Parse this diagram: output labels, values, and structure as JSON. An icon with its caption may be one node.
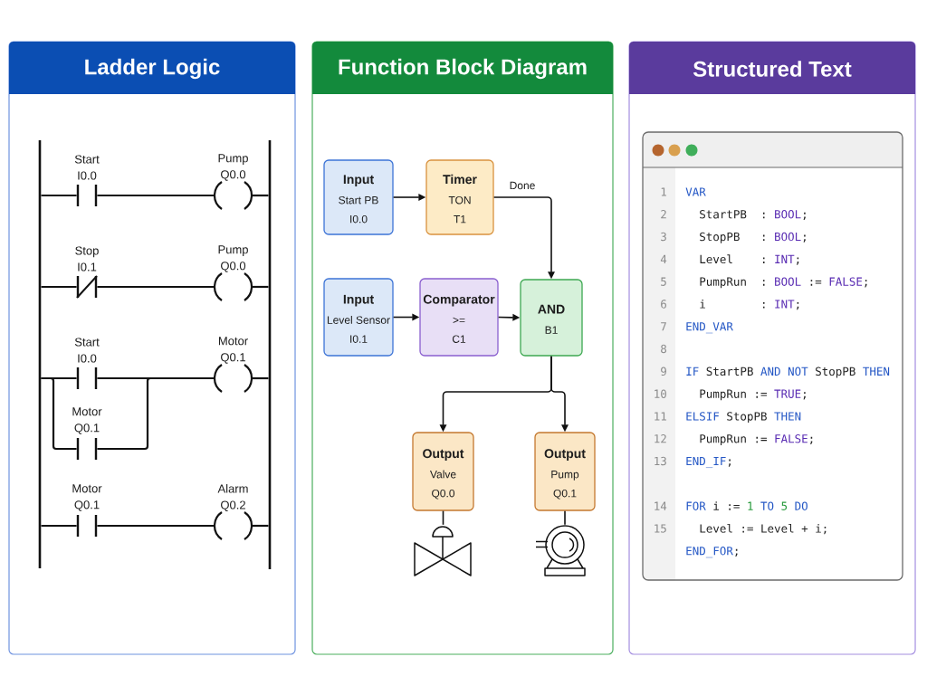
{
  "diagram": {
    "nodes": [
      {
        "text": [
          "Ladder Logic"
        ]
      },
      {
        "text": [],
        "shape": "bar",
        "in": 0
      },
      {
        "text": [],
        "shape": "bar",
        "in": 0
      },
      {
        "text": [
          "Start",
          "I0.0"
        ],
        "in": 0
      },
      {
        "text": [
          "Pump",
          "Q0.0"
        ],
        "in": 0
      },
      {
        "text": [
          "Stop",
          "I0.1"
        ],
        "in": 0
      },
      {
        "text": [
          "Pump",
          "Q0.0"
        ],
        "in": 0
      },
      {
        "text": [
          "Start",
          "I0.0"
        ],
        "in": 0
      },
      {
        "text": [
          "Motor",
          "Q0.1"
        ],
        "in": 0
      },
      {
        "text": [
          "Motor",
          "Q0.1"
        ],
        "in": 0
      },
      {
        "text": [
          "Motor",
          "Q0.1"
        ],
        "in": 0
      },
      {
        "text": [
          "Alarm",
          "Q0.2"
        ],
        "in": 0
      },
      {
        "text": [
          "Function Block Diagram"
        ]
      },
      {
        "text": [
          "Input",
          "Start PB",
          "I0.0"
        ],
        "in": 12
      },
      {
        "text": [
          "Timer",
          "TON",
          "T1"
        ],
        "in": 12
      },
      {
        "text": [
          "Input",
          "Level Sensor",
          "I0.1"
        ],
        "in": 12
      },
      {
        "text": [
          "Comparator",
          ">=",
          "C1"
        ],
        "in": 12
      },
      {
        "text": [
          "AND",
          "B1"
        ],
        "in": 12
      },
      {
        "text": [
          "Output",
          "Valve",
          "Q0.0"
        ],
        "in": 12
      },
      {
        "text": [
          "Output",
          "Pump",
          "Q0.1"
        ],
        "in": 12
      },
      {
        "text": [],
        "shape": "picture",
        "in": 12
      },
      {
        "text": [],
        "shape": "picture",
        "in": 12
      },
      {
        "text": [
          "Structured Text"
        ]
      },
      {
        "text": [
          "VAR",
          "StartPB  : BOOL;",
          "StopPB   : BOOL;",
          "Level    : INT;",
          "PumpRun  : BOOL := FALSE;",
          "i        : INT;",
          "END_VAR",
          "IF StartPB AND NOT StopPB THEN",
          "PumpRun := TRUE;",
          "ELSIF StopPB THEN",
          "PumpRun := FALSE;",
          "END_IF;",
          "FOR i := 1 TO 5 DO",
          "Level := Level + i;",
          "END_FOR;"
        ],
        "in": 22
      }
    ],
    "edges": [
      {
        "from": 1,
        "to": 3,
        "arrow": "none"
      },
      {
        "from": 3,
        "to": 4,
        "arrow": "none"
      },
      {
        "from": 4,
        "to": 2,
        "arrow": "none"
      },
      {
        "from": 1,
        "to": 5,
        "arrow": "none"
      },
      {
        "from": 5,
        "to": 6,
        "arrow": "none"
      },
      {
        "from": 6,
        "to": 2,
        "arrow": "none"
      },
      {
        "from": 1,
        "to": 7,
        "arrow": "none"
      },
      {
        "from": 7,
        "to": 8,
        "arrow": "none"
      },
      {
        "from": 8,
        "to": 2,
        "arrow": "none"
      },
      {
        "from": 1,
        "to": 9,
        "arrow": "none"
      },
      {
        "from": 9,
        "to": 8,
        "arrow": "none"
      },
      {
        "from": 1,
        "to": 10,
        "arrow": "none"
      },
      {
        "from": 10,
        "to": 11,
        "arrow": "none"
      },
      {
        "from": 11,
        "to": 2,
        "arrow": "none"
      },
      {
        "from": 13,
        "to": 14,
        "arrow": "to"
      },
      {
        "from": 14,
        "to": 17,
        "arrow": "to",
        "label": "Done"
      },
      {
        "from": 15,
        "to": 16,
        "arrow": "to"
      },
      {
        "from": 16,
        "to": 17,
        "arrow": "to"
      },
      {
        "from": 17,
        "to": 18,
        "arrow": "to"
      },
      {
        "from": 17,
        "to": 19,
        "arrow": "to"
      },
      {
        "from": 18,
        "to": 20,
        "arrow": "none"
      },
      {
        "from": 19,
        "to": 21,
        "arrow": "none"
      }
    ],
    "labels": [
      "1",
      "2",
      "3",
      "4",
      "5",
      "6",
      "7",
      "8",
      "9",
      "10",
      "11",
      "12",
      "13",
      "14",
      "15"
    ]
  }
}
